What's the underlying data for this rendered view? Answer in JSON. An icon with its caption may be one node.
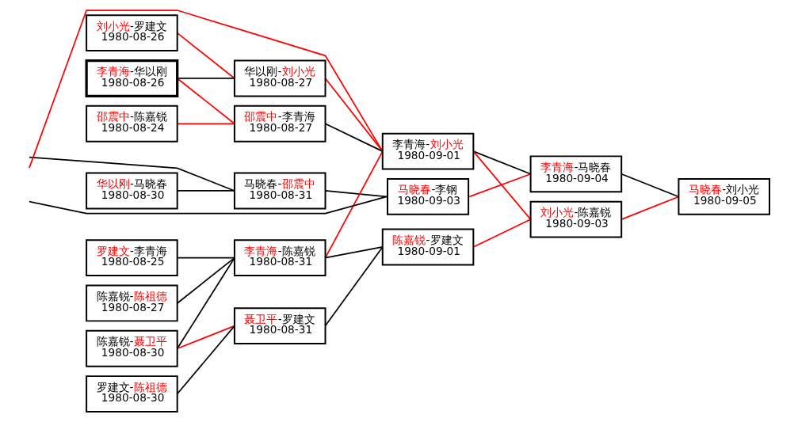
{
  "diagram": {
    "nodes": [
      {
        "text": [
          "刘小光-罗建文",
          "1980-08-26"
        ]
      },
      {
        "text": [
          "李青海-华以刚",
          "1980-08-26"
        ]
      },
      {
        "text": [
          "邵震中-陈嘉锐",
          "1980-08-24"
        ]
      },
      {
        "text": [
          "华以刚-马晓春",
          "1980-08-30"
        ]
      },
      {
        "text": [
          "罗建文-李青海",
          "1980-08-25"
        ]
      },
      {
        "text": [
          "陈嘉锐-陈祖德",
          "1980-08-27"
        ]
      },
      {
        "text": [
          "陈嘉锐-聂卫平",
          "1980-08-30"
        ]
      },
      {
        "text": [
          "罗建文-陈祖德",
          "1980-08-30"
        ]
      },
      {
        "text": [
          "华以刚-刘小光",
          "1980-08-27"
        ]
      },
      {
        "text": [
          "邵震中-李青海",
          "1980-08-27"
        ]
      },
      {
        "text": [
          "马晓春-邵震中",
          "1980-08-31"
        ]
      },
      {
        "text": [
          "李青海-陈嘉锐",
          "1980-08-31"
        ]
      },
      {
        "text": [
          "聂卫平-罗建文",
          "1980-08-31"
        ]
      },
      {
        "text": [
          "李青海-刘小光",
          "1980-09-01"
        ]
      },
      {
        "text": [
          "马晓春-李钢",
          "1980-09-03"
        ]
      },
      {
        "text": [
          "陈嘉锐-罗建文",
          "1980-09-01"
        ]
      },
      {
        "text": [
          "李青海-马晓春",
          "1980-09-04"
        ]
      },
      {
        "text": [
          "刘小光-陈嘉锐",
          "1980-09-03"
        ]
      },
      {
        "text": [
          "马晓春-刘小光",
          "1980-09-05"
        ]
      }
    ],
    "edges": [
      {
        "from": 0,
        "to": 8,
        "arrow": "none",
        "color": "#ff0000"
      },
      {
        "from": 1,
        "to": 8,
        "arrow": "none"
      },
      {
        "from": 1,
        "to": 9,
        "arrow": "none",
        "color": "#ff0000"
      },
      {
        "from": 2,
        "to": 9,
        "arrow": "none",
        "color": "#ff0000"
      },
      {
        "from": null,
        "to": 10,
        "arrow": "none"
      },
      {
        "from": 3,
        "to": 10,
        "arrow": "none"
      },
      {
        "from": 4,
        "to": 11,
        "arrow": "none"
      },
      {
        "from": 5,
        "to": 11,
        "arrow": "none"
      },
      {
        "from": 6,
        "to": 11,
        "arrow": "none"
      },
      {
        "from": 6,
        "to": 12,
        "arrow": "none",
        "color": "#ff0000"
      },
      {
        "from": 7,
        "to": 12,
        "arrow": "none"
      },
      {
        "from": 8,
        "to": 13,
        "arrow": "none",
        "color": "#ff0000"
      },
      {
        "from": 9,
        "to": 13,
        "arrow": "none"
      },
      {
        "from": null,
        "to": 13,
        "arrow": "none",
        "color": "#ff0000"
      },
      {
        "from": 11,
        "to": 13,
        "arrow": "none",
        "color": "#ff0000"
      },
      {
        "from": 10,
        "to": 14,
        "arrow": "none"
      },
      {
        "from": null,
        "to": 14,
        "arrow": "none"
      },
      {
        "from": 11,
        "to": 15,
        "arrow": "none"
      },
      {
        "from": 12,
        "to": 15,
        "arrow": "none"
      },
      {
        "from": 13,
        "to": 16,
        "arrow": "none"
      },
      {
        "from": 13,
        "to": 17,
        "arrow": "none",
        "color": "#ff0000"
      },
      {
        "from": 14,
        "to": 16,
        "arrow": "none",
        "color": "#ff0000"
      },
      {
        "from": 15,
        "to": 17,
        "arrow": "none",
        "color": "#ff0000"
      },
      {
        "from": 16,
        "to": 18,
        "arrow": "none"
      },
      {
        "from": 17,
        "to": 18,
        "arrow": "none",
        "color": "#ff0000"
      }
    ]
  }
}
